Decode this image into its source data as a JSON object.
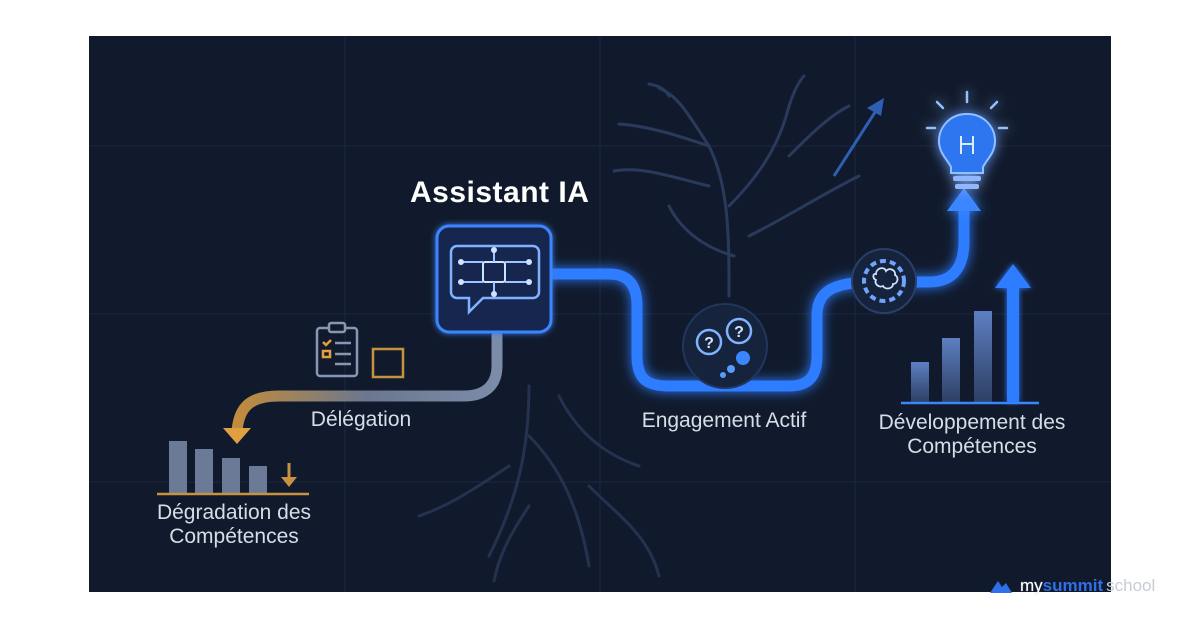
{
  "title": "Assistant IA",
  "nodes": {
    "delegation": "Délégation",
    "degradation": "Dégradation des\nCompétences",
    "engagement": "Engagement Actif",
    "developpement": "Développement des\nCompétences"
  },
  "brand": {
    "part1": "my",
    "part2": "summit",
    "part3": "school"
  },
  "colors": {
    "background": "#111a2c",
    "path_blue": "#2f7bff",
    "path_orange": "#d99a3a",
    "text": "#d7dde7"
  },
  "icons": [
    "chip-chat-icon",
    "clipboard-checklist-icon",
    "question-bubbles-icon",
    "brain-gear-icon",
    "lightbulb-icon",
    "bar-chart-down-icon",
    "bar-chart-up-icon"
  ]
}
